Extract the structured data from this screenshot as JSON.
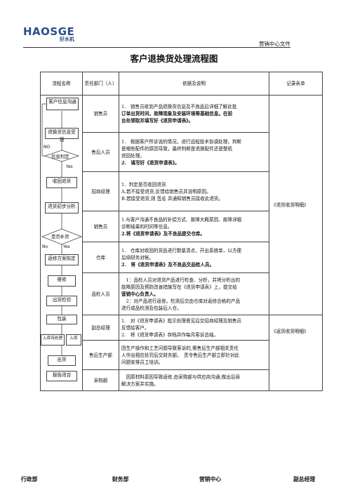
{
  "header": {
    "logo_text": "HAOSGE",
    "logo_sub": "好水机",
    "dept": "营销中心文件"
  },
  "title": "客户退换货处理流程图",
  "table": {
    "col_flow": "流程名称",
    "col_dept": "责任部门（人）",
    "col_basis": "依据及说明",
    "col_record": "记录表单",
    "rows": [
      {
        "dept": "销售员",
        "lines": [
          "1.　销售员收到产品退换货信息及不良品后详细了解此批",
          "订单出货时间，故障现象及安装环境等基础信息。在前",
          "台处领取并填写好《退货申请表》。"
        ]
      },
      {
        "dept": "售后人员",
        "lines": [
          "1.　根据客户所诉说的情况，进行远程技术协调处理，判断",
          "是哪些配件的原因导致，最终判断是退换配件还是整机",
          "退回处理。",
          "2.　填写好《退货申请表》。"
        ]
      },
      {
        "dept": "招商经理",
        "lines": [
          "1．判定是否收回退货",
          "A.若不接受退货,反馈给销售员并说明原因。",
          "B.若接受退货,则 签名 并通知销售员接收此退货。"
        ]
      },
      {
        "dept": "销售员",
        "lines": [
          "1.与客户沟通不良品的补偿方式、故障大概原因、故障详细",
          "诊断结果的时间等信息。",
          "2.将《退货申请表》及不良品提交仓库。"
        ]
      },
      {
        "dept": "仓库",
        "lines": [
          "1.　仓库对收回的货品进行数量清点，开出系统单，以方便",
          "后续财务对帐。",
          "2.　将《退货申请表》及不良品交品检人员。"
        ]
      },
      {
        "dept": "品检人员",
        "lines": [
          "　1：品检人员对退货产品进行检查、分析，并将分析出的",
          "故障原因及预防改善措施写在《退货申请表》上，提交给",
          "营销中心负责人。",
          "　2：对产品进行返修，检测后交由仓库对返修合格的产品",
          "进行成品检测及包装后入仓。"
        ]
      },
      {
        "dept": "副总经理",
        "lines": [
          "1.　对《退货申请表》批示处理意见后交招商经理及销售员",
          "反馈给客户。",
          "2.　将《退货申请表》存档并作每月客诉总结。"
        ]
      },
      {
        "dept": "售后生产部",
        "lines": [
          "因生产操作和工艺问题导致客诉的,需售后生产部相关责任",
          "人作出相应处罚后交财务部。　责令售后生产部立即针对此",
          "问题安排员工培训。"
        ]
      },
      {
        "dept": "采购部",
        "lines": [
          "　因原材料原因导致返修,由采购部与供应商沟通,做出后续",
          "解决方案并实施。"
        ]
      }
    ],
    "record_1": "《退货收货明细》",
    "record_2": "《返货收货明细》"
  },
  "flow": {
    "b1": "客户信息沟通",
    "b2": "退换货信息受理",
    "no1": "NO",
    "d1": "信息判定",
    "yes1": "Yes",
    "b3": "收回退货",
    "b4": "退货初步分析",
    "d2": "是否补货",
    "no2": "No",
    "yes2": "Yes",
    "b5": "返修方案拟定",
    "b6": "维修",
    "b7": "出货检验",
    "b8": "包装",
    "b9": "入库待处理",
    "b10": "入库",
    "b11": "出货",
    "b12": "报告闭合"
  },
  "signatures": [
    "行政部",
    "财务部",
    "营销中心",
    "副总经理"
  ]
}
